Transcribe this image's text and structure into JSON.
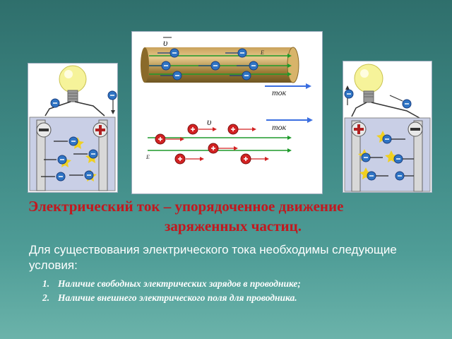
{
  "diagram": {
    "top_labels": {
      "velocity": "υ",
      "field": "E",
      "current": "ток"
    },
    "bottom_labels": {
      "velocity": "υ",
      "field": "E",
      "current": "ток"
    },
    "signs": {
      "plus": "+",
      "minus": "−"
    }
  },
  "heading": {
    "line1": "Электрический ток – упорядоченное движение",
    "line2": "заряженных частиц."
  },
  "intro": "Для существования электрического тока необходимы следующие условия:",
  "conditions": [
    {
      "num": "1.",
      "text": "Наличие свободных электрических зарядов в проводнике;"
    },
    {
      "num": "2.",
      "text": "Наличие внешнего электрического поля для проводника."
    }
  ],
  "colors": {
    "title": "#c2181e",
    "electron": "#2f74c4",
    "ion": "#d22222",
    "field_arrow": "#1e9a2a",
    "current_arrow": "#3a6ee0"
  }
}
